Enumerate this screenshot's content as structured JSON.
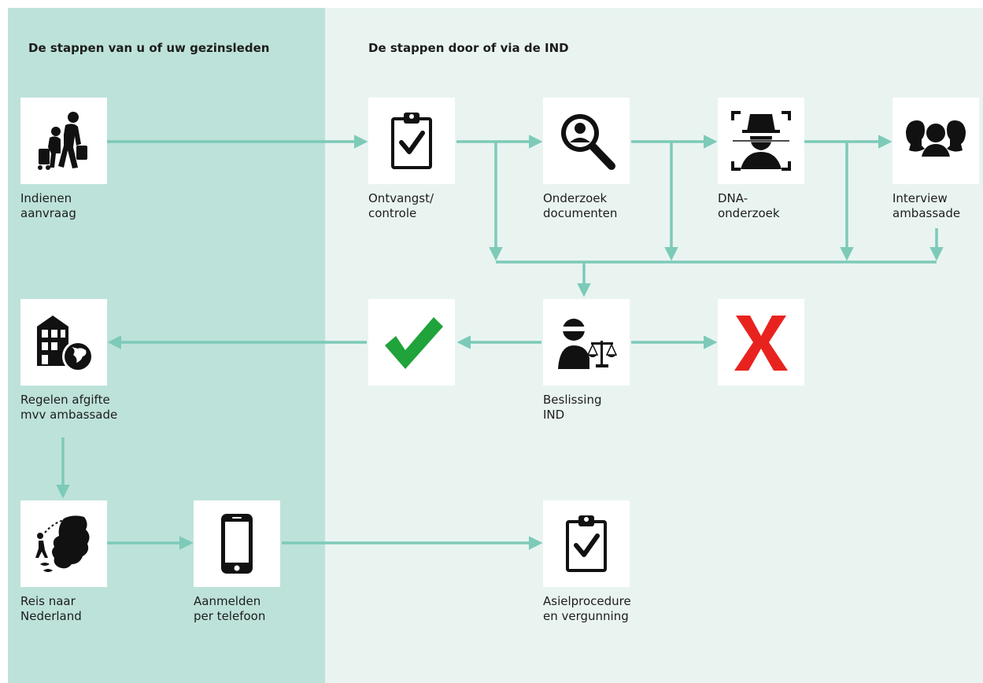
{
  "headings": {
    "left": "De stappen van u of uw gezinsleden",
    "right": "De stappen door of via de IND"
  },
  "steps": {
    "indienen": {
      "line1": "Indienen",
      "line2": "aanvraag",
      "icon": "travellers-with-luggage-icon"
    },
    "ontvangst": {
      "line1": "Ontvangst/",
      "line2": "controle",
      "icon": "clipboard-check-icon"
    },
    "onderzoek": {
      "line1": "Onderzoek",
      "line2": "documenten",
      "icon": "magnifier-person-icon"
    },
    "dna": {
      "line1": "DNA-",
      "line2": "onderzoek",
      "icon": "face-scan-icon"
    },
    "interview": {
      "line1": "Interview",
      "line2": "ambassade",
      "icon": "people-heads-icon"
    },
    "beslissing": {
      "line1": "Beslissing",
      "line2": "IND",
      "icon": "justice-scales-icon"
    },
    "regelen": {
      "line1": "Regelen afgifte",
      "line2": "mvv ambassade",
      "icon": "embassy-globe-icon"
    },
    "reis": {
      "line1": "Reis naar",
      "line2": "Nederland",
      "icon": "walker-netherlands-map-icon"
    },
    "aanmelden": {
      "line1": "Aanmelden",
      "line2": "per telefoon",
      "icon": "mobile-phone-icon"
    },
    "asiel": {
      "line1": "Asielprocedure",
      "line2": "en vergunning",
      "icon": "clipboard-check-icon"
    }
  },
  "outcomes": {
    "positive": {
      "icon": "green-checkmark-icon"
    },
    "negative": {
      "icon": "red-cross-icon"
    }
  },
  "colors": {
    "left_panel": "#bde2da",
    "right_panel": "#e9f4f1",
    "arrow": "#7dcab8",
    "check": "#1fa33a",
    "cross": "#e8231f"
  }
}
